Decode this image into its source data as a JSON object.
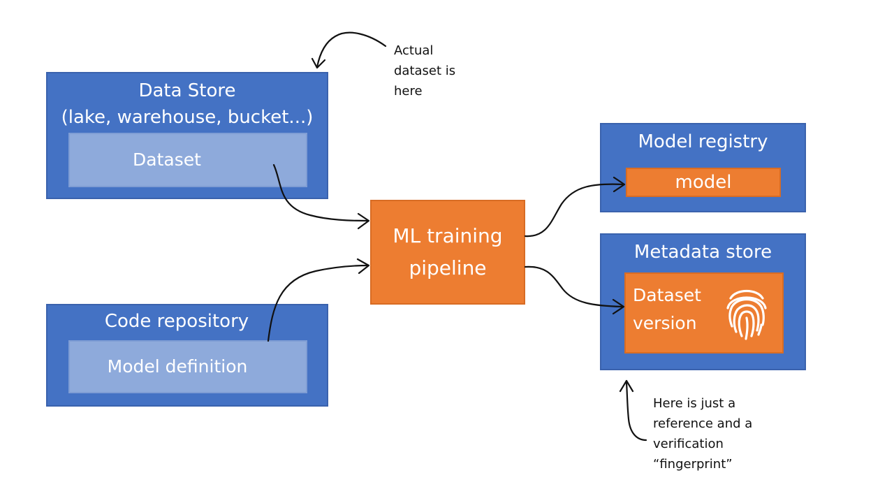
{
  "data_store": {
    "title_line1": "Data Store",
    "title_line2": "(lake, warehouse, bucket...)",
    "dataset_label": "Dataset"
  },
  "code_repository": {
    "title": "Code repository",
    "model_definition_label": "Model definition"
  },
  "pipeline": {
    "label_line1": "ML training",
    "label_line2": "pipeline"
  },
  "model_registry": {
    "title": "Model registry",
    "model_label": "model"
  },
  "metadata_store": {
    "title": "Metadata store",
    "dataset_version_line1": "Dataset",
    "dataset_version_line2": "version",
    "icon": "fingerprint-icon"
  },
  "notes": {
    "top": [
      "Actual",
      "dataset is",
      "here"
    ],
    "bottom": [
      "Here is just a",
      "reference and a",
      "verification",
      "“fingerprint”"
    ]
  },
  "colors": {
    "blue": "#4472c4",
    "light_blue": "#8eaadb",
    "orange": "#ed7d31"
  }
}
